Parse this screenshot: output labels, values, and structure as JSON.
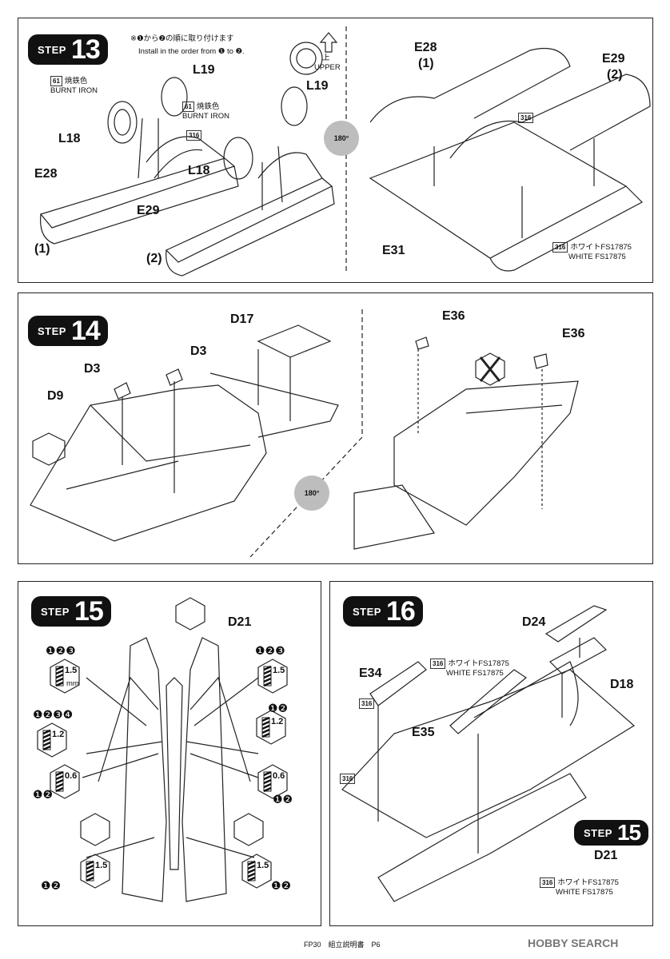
{
  "step13": {
    "word": "STEP",
    "number": "13",
    "note_jp": "※❶から❷の順に取り付けます",
    "note_en": "Install in the order from ❶ to ❷.",
    "upper_jp": "上",
    "upper_en": "UPPER",
    "paint_code": "61",
    "paint_jp": "焼鉄色",
    "paint_en": "BURNT IRON",
    "white_code": "316",
    "white_jp": "ホワイトFS17875",
    "white_en": "WHITE FS17875",
    "parts": [
      "L19",
      "L18",
      "E28",
      "E29",
      "E31"
    ],
    "sub1": "(1)",
    "sub2": "(2)",
    "rotate": "180°"
  },
  "step14": {
    "word": "STEP",
    "number": "14",
    "parts": [
      "D17",
      "D3",
      "D9",
      "E36"
    ],
    "rotate": "180°"
  },
  "step15": {
    "word": "STEP",
    "number": "15",
    "part": "D21",
    "drills": [
      "1.5",
      "1.2",
      "0.6",
      "1.5"
    ],
    "unit": "mm",
    "seq": [
      "❶❷❸",
      "❶❷❸❹",
      "❶❷",
      "❶❷"
    ]
  },
  "step16": {
    "word": "STEP",
    "number": "16",
    "parts": [
      "D24",
      "E34",
      "E35",
      "D18",
      "D21"
    ],
    "white_code": "316",
    "white_jp": "ホワイトFS17875",
    "white_en": "WHITE FS17875",
    "ref_step": "15"
  },
  "footer": "FP30　組立説明書　P6",
  "watermark": "HOBBY SEARCH"
}
